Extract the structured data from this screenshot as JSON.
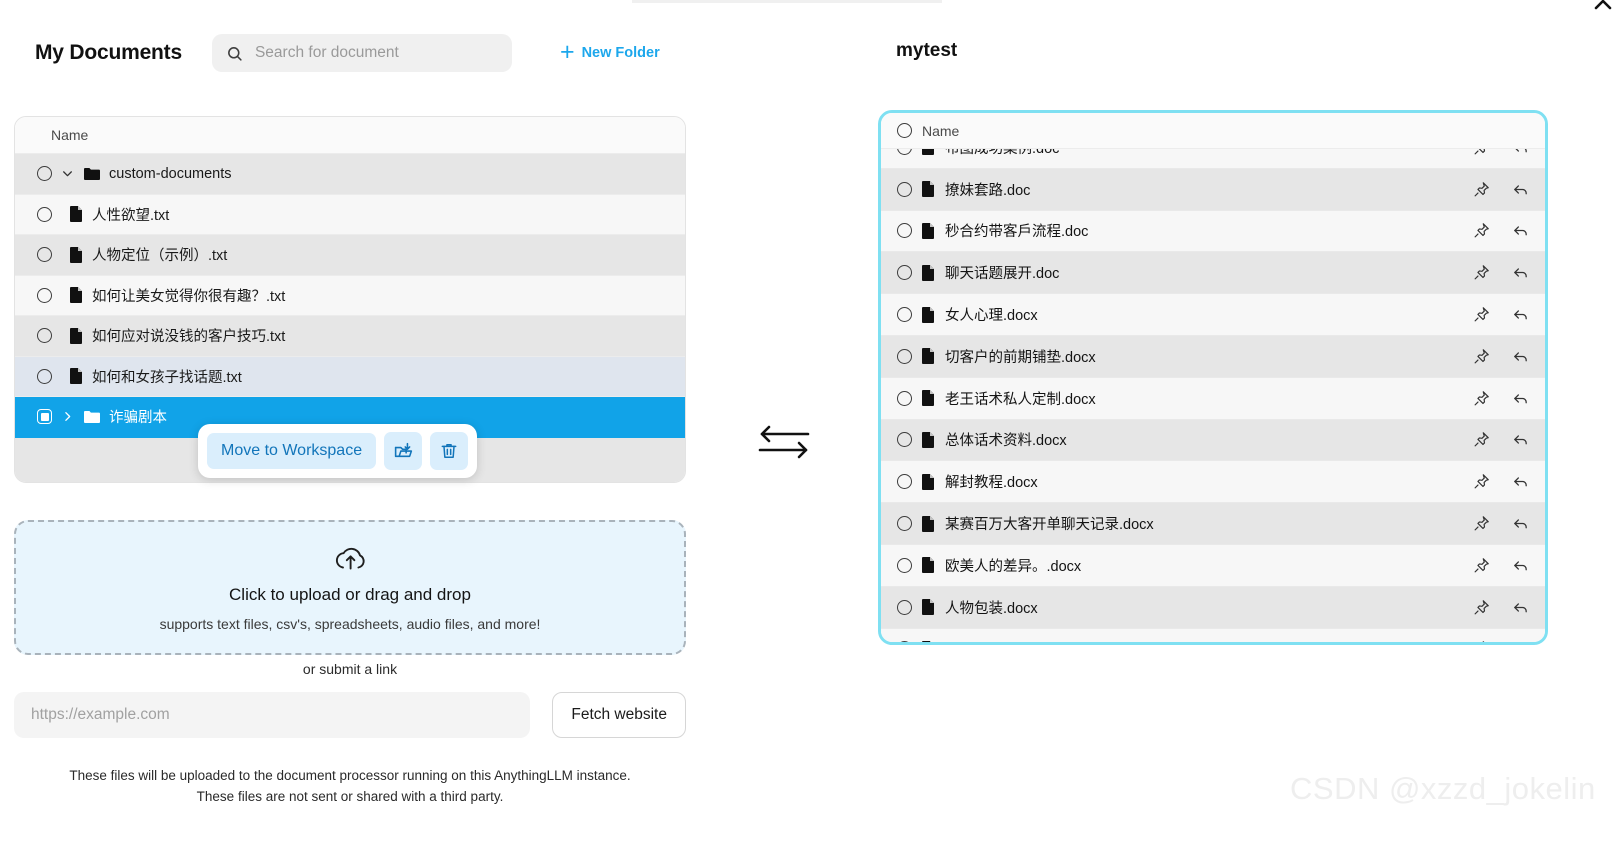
{
  "left": {
    "title": "My Documents",
    "search": {
      "placeholder": "Search for document",
      "value": "",
      "icon": "search-icon"
    },
    "new_folder_label": "New Folder",
    "table": {
      "header": "Name",
      "rows": [
        {
          "name": "custom-documents",
          "type": "folder",
          "expanded": true,
          "selected": false,
          "state": "alt"
        },
        {
          "name": "人性欲望.txt",
          "type": "file",
          "selected": false,
          "state": "plain"
        },
        {
          "name": "人物定位（示例）.txt",
          "type": "file",
          "selected": false,
          "state": "alt"
        },
        {
          "name": "如何让美女觉得你很有趣？.txt",
          "type": "file",
          "selected": false,
          "state": "plain"
        },
        {
          "name": "如何应对说没钱的客户技巧.txt",
          "type": "file",
          "selected": false,
          "state": "alt"
        },
        {
          "name": "如何和女孩子找话题.txt",
          "type": "file",
          "selected": false,
          "state": "hover"
        },
        {
          "name": "诈骗剧本",
          "type": "folder",
          "expanded": false,
          "selected": true,
          "state": "selected"
        }
      ]
    },
    "action_bar": {
      "move_label": "Move to Workspace",
      "download_icon": "download-folder-icon",
      "delete_icon": "trash-icon"
    },
    "dropzone": {
      "icon": "cloud-upload-icon",
      "title": "Click to upload or drag and drop",
      "subtitle": "supports text files, csv's, spreadsheets, audio files, and more!"
    },
    "or_link": "or submit a link",
    "url_input": {
      "placeholder": "https://example.com",
      "value": ""
    },
    "fetch_label": "Fetch website",
    "disclaimer_line1": "These files will be uploaded to the document processor running on this AnythingLLM instance.",
    "disclaimer_line2": "These files are not sent or shared with a third party."
  },
  "middle": {
    "swap_icon": "arrows-left-right-icon"
  },
  "right": {
    "title": "mytest",
    "table": {
      "header": "Name",
      "border_color": "#7fe0f2",
      "rows": [
        {
          "name": "布图成功案例.doc",
          "state": "plain"
        },
        {
          "name": "撩妹套路.doc",
          "state": "alt"
        },
        {
          "name": "秒合约带客戶流程.doc",
          "state": "plain"
        },
        {
          "name": "聊天话题展开.doc",
          "state": "alt"
        },
        {
          "name": "女人心理.docx",
          "state": "plain"
        },
        {
          "name": "切客户的前期铺垫.docx",
          "state": "alt"
        },
        {
          "name": "老王话术私人定制.docx",
          "state": "plain"
        },
        {
          "name": "总体话术资料.docx",
          "state": "alt"
        },
        {
          "name": "解封教程.docx",
          "state": "plain"
        },
        {
          "name": "某赛百万大客开单聊天记录.docx",
          "state": "alt"
        },
        {
          "name": "欧美人的差异。.docx",
          "state": "plain"
        },
        {
          "name": "人物包装.docx",
          "state": "alt"
        },
        {
          "name": "",
          "state": "plain"
        }
      ],
      "row_actions": {
        "pin_icon": "pushpin-icon",
        "remove_icon": "arrow-undo-icon"
      }
    }
  },
  "watermark": "CSDN @xzzd_jokelin",
  "colors": {
    "accent": "#1ca7ec",
    "selected_row": "#11a3e8",
    "panel_border": "#7fe0f2",
    "dropzone_bg": "#e8f5fd"
  }
}
